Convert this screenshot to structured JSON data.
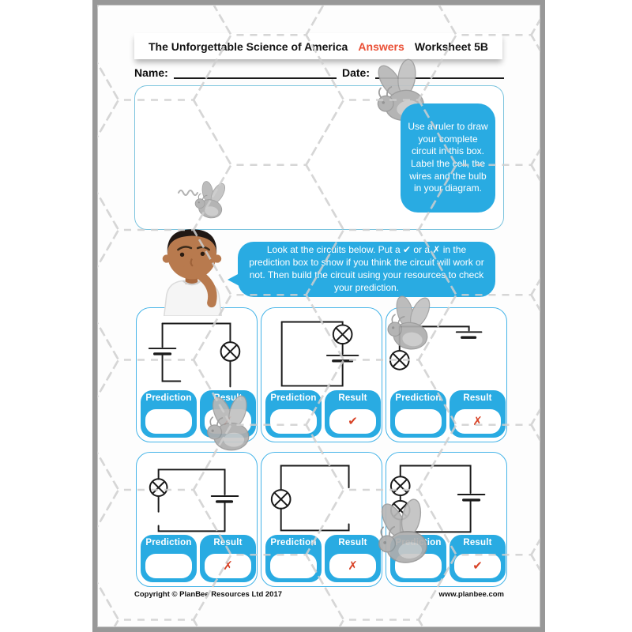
{
  "header": {
    "title": "The Unforgettable Science of America",
    "answers": "Answers",
    "worksheet": "Worksheet 5B"
  },
  "fields": {
    "name_label": "Name:",
    "date_label": "Date:"
  },
  "bubbles": {
    "draw_box": "Use a ruler to draw your complete circuit in this box. Label the cell, the wires and the bulb in your diagram.",
    "instructions": "Look at the circuits below. Put a ✔ or a ✗ in the prediction box to show if you think the circuit will work or not. Then build the circuit using your resources to check your prediction."
  },
  "card_labels": {
    "prediction": "Prediction",
    "result": "Result"
  },
  "cards": [
    {
      "circuit": "cell and bulb in loop with gap in bottom wire",
      "prediction": "",
      "result": "✗"
    },
    {
      "circuit": "complete loop with bulb and cell on right side",
      "prediction": "",
      "result": "✔"
    },
    {
      "circuit": "open wire with dangling bulb and cell, no loop",
      "prediction": "",
      "result": "✗"
    },
    {
      "circuit": "bulb top-left and cell right with gap in left wire",
      "prediction": "",
      "result": "✗"
    },
    {
      "circuit": "bulb in loop with gap on right side and no cell",
      "prediction": "",
      "result": "✗"
    },
    {
      "circuit": "complete loop with two bulbs and cell",
      "prediction": "",
      "result": "✔"
    }
  ],
  "footer": {
    "copyright": "Copyright © PlanBee Resources Ltd 2017",
    "website": "www.planbee.com"
  },
  "colors": {
    "accent_blue": "#29ABE2",
    "mark_red": "#D84327",
    "answers_red": "#EA4F35",
    "wire_black": "#1A1A1A",
    "hexagon_gray": "#CFCFCF"
  }
}
